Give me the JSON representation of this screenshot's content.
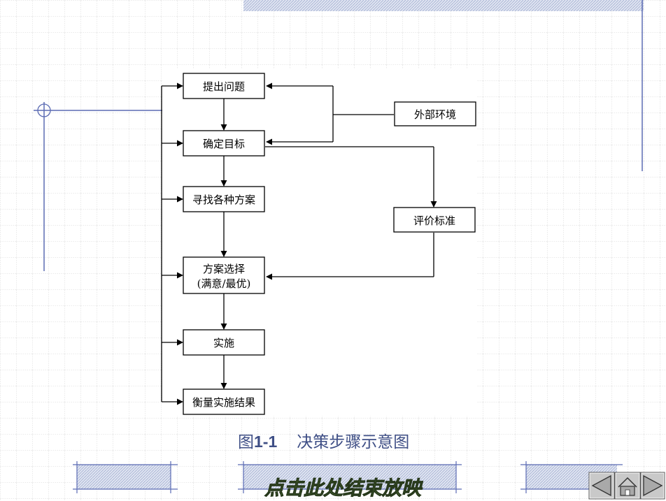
{
  "diagram": {
    "nodes": {
      "n1": "提出问题",
      "n2": "确定目标",
      "n3": "寻找各种方案",
      "n4_line1": "方案选择",
      "n4_line2": "(满意/最优)",
      "n5": "实施",
      "n6": "衡量实施结果",
      "env": "外部环境",
      "criteria": "评价标准"
    }
  },
  "caption": {
    "prefix": "图",
    "number": "1-1",
    "title": "决策步骤示意图"
  },
  "end_show_link": "点击此处结束放映",
  "nav": {
    "prev_icon": "left-triangle-icon",
    "home_icon": "home-icon",
    "next_icon": "right-triangle-icon"
  },
  "colors": {
    "caption": "#3f4f86",
    "decor_line": "#5b6bb3",
    "end_link": "#5a7d3a"
  }
}
